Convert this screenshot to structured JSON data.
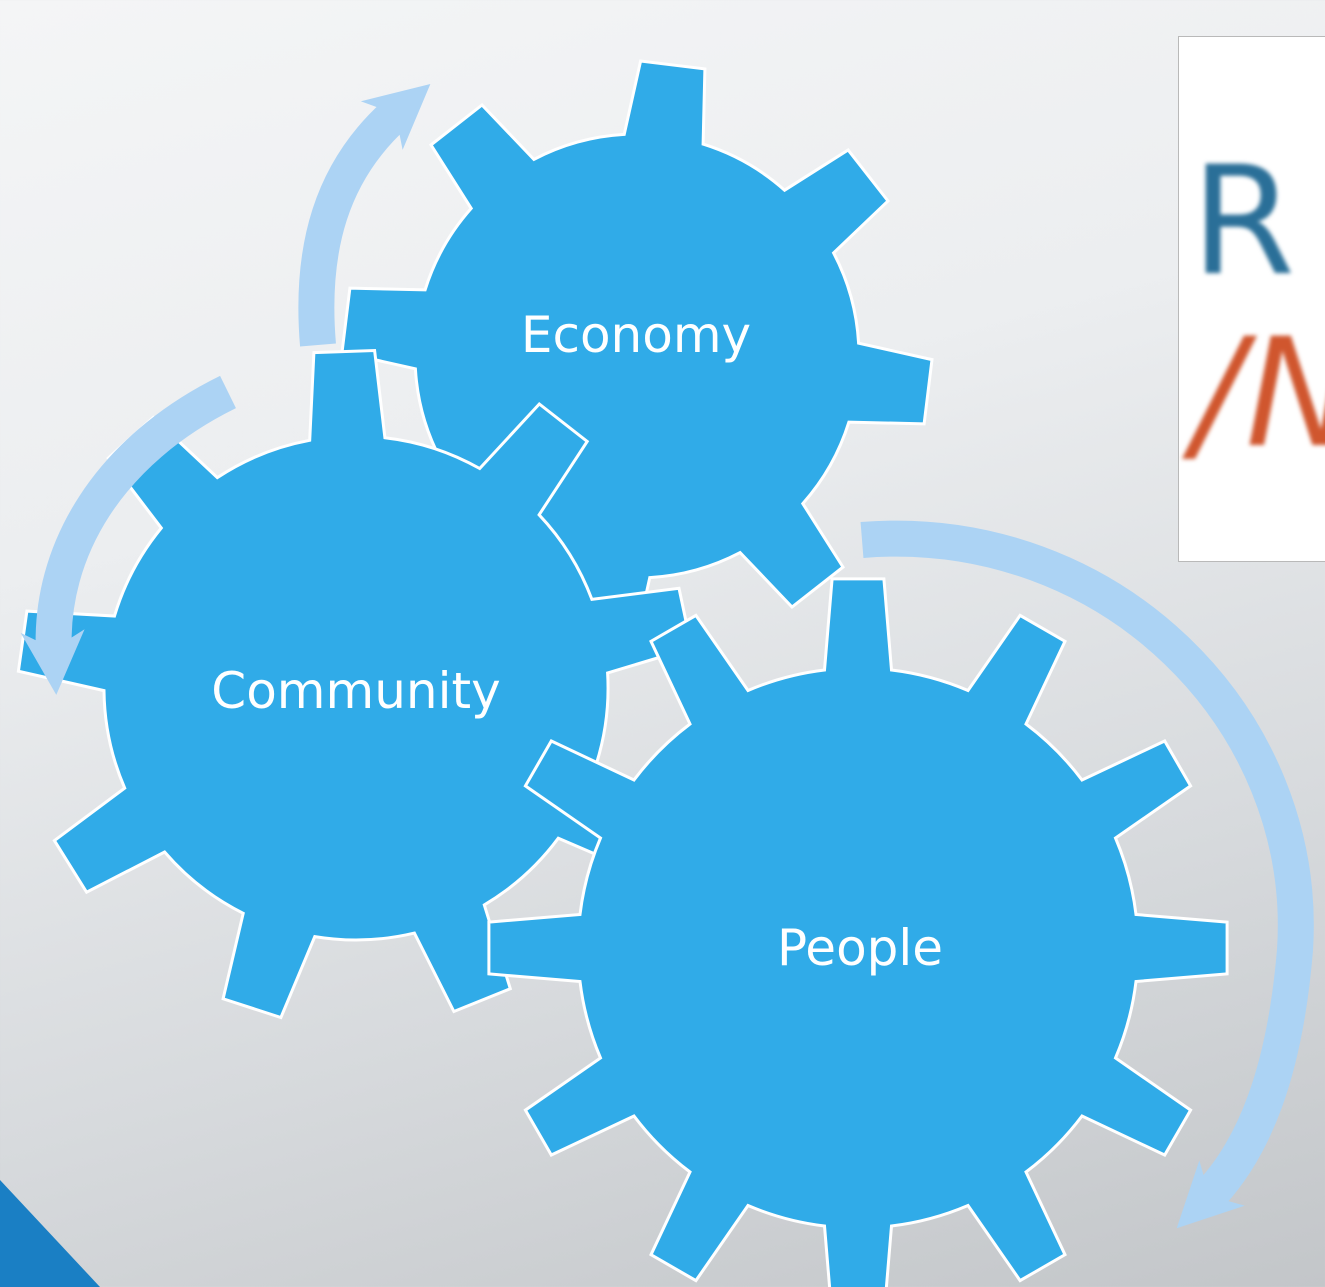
{
  "diagram": {
    "gears": [
      {
        "id": "economy",
        "label": "Economy"
      },
      {
        "id": "community",
        "label": "Community"
      },
      {
        "id": "people",
        "label": "People"
      }
    ],
    "colors": {
      "gear_fill": "#30abe8",
      "gear_stroke": "#ffffff",
      "arrow_fill": "#acd3f4"
    },
    "cycle_arrows": 3
  },
  "logo": {
    "line1": "R",
    "line2": "/N",
    "colors": {
      "line1": "#2a6f98",
      "line2": "#d0562e"
    }
  }
}
